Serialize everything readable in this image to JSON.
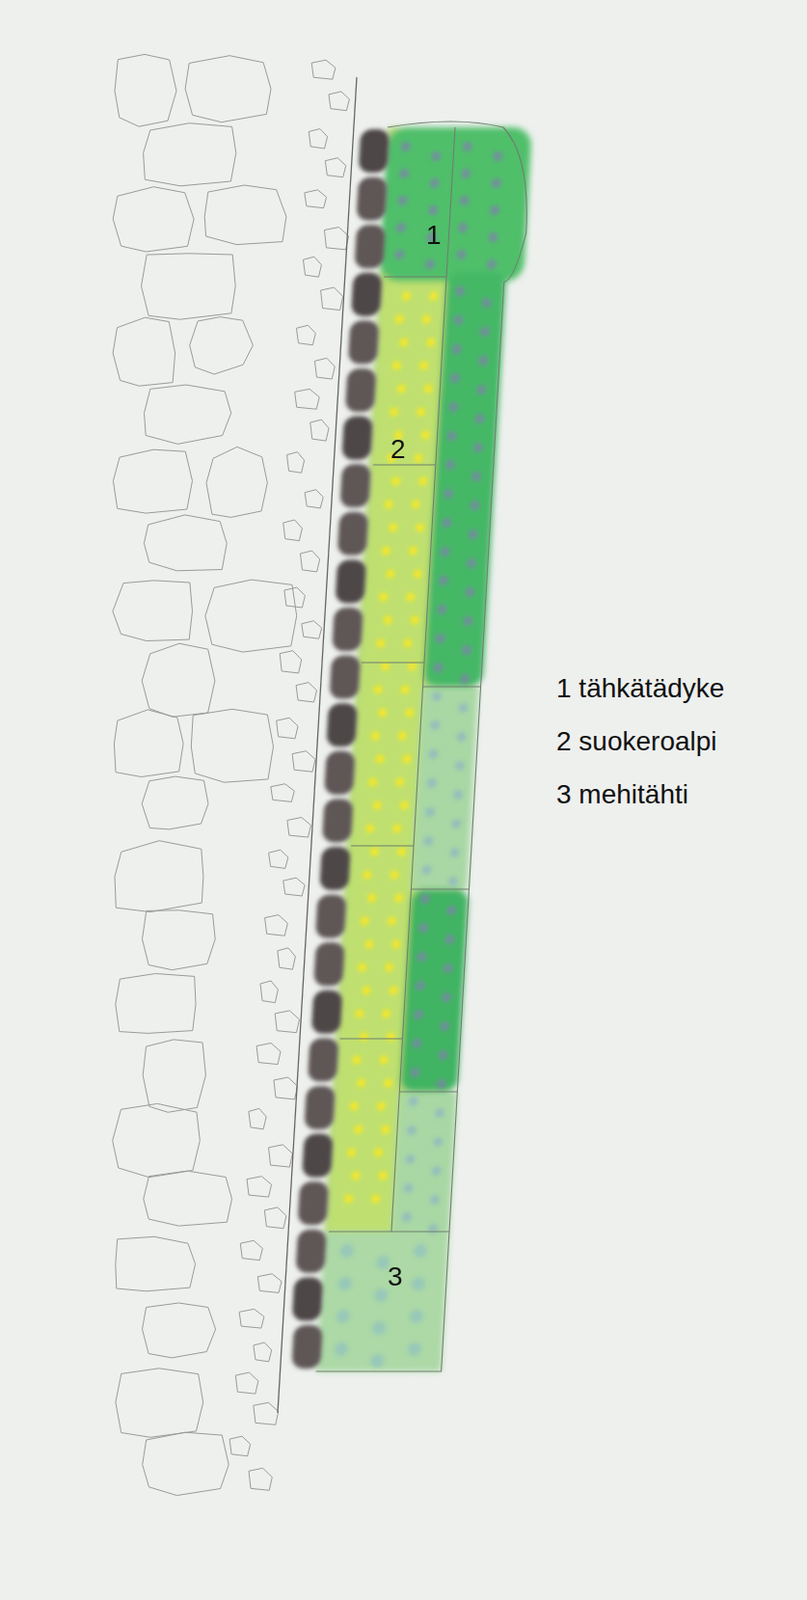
{
  "diagram": {
    "labels": [
      "1",
      "2",
      "3",
      "1 tähkätädyke",
      "2 suokeroalpi",
      "3 mehitähti"
    ]
  }
}
